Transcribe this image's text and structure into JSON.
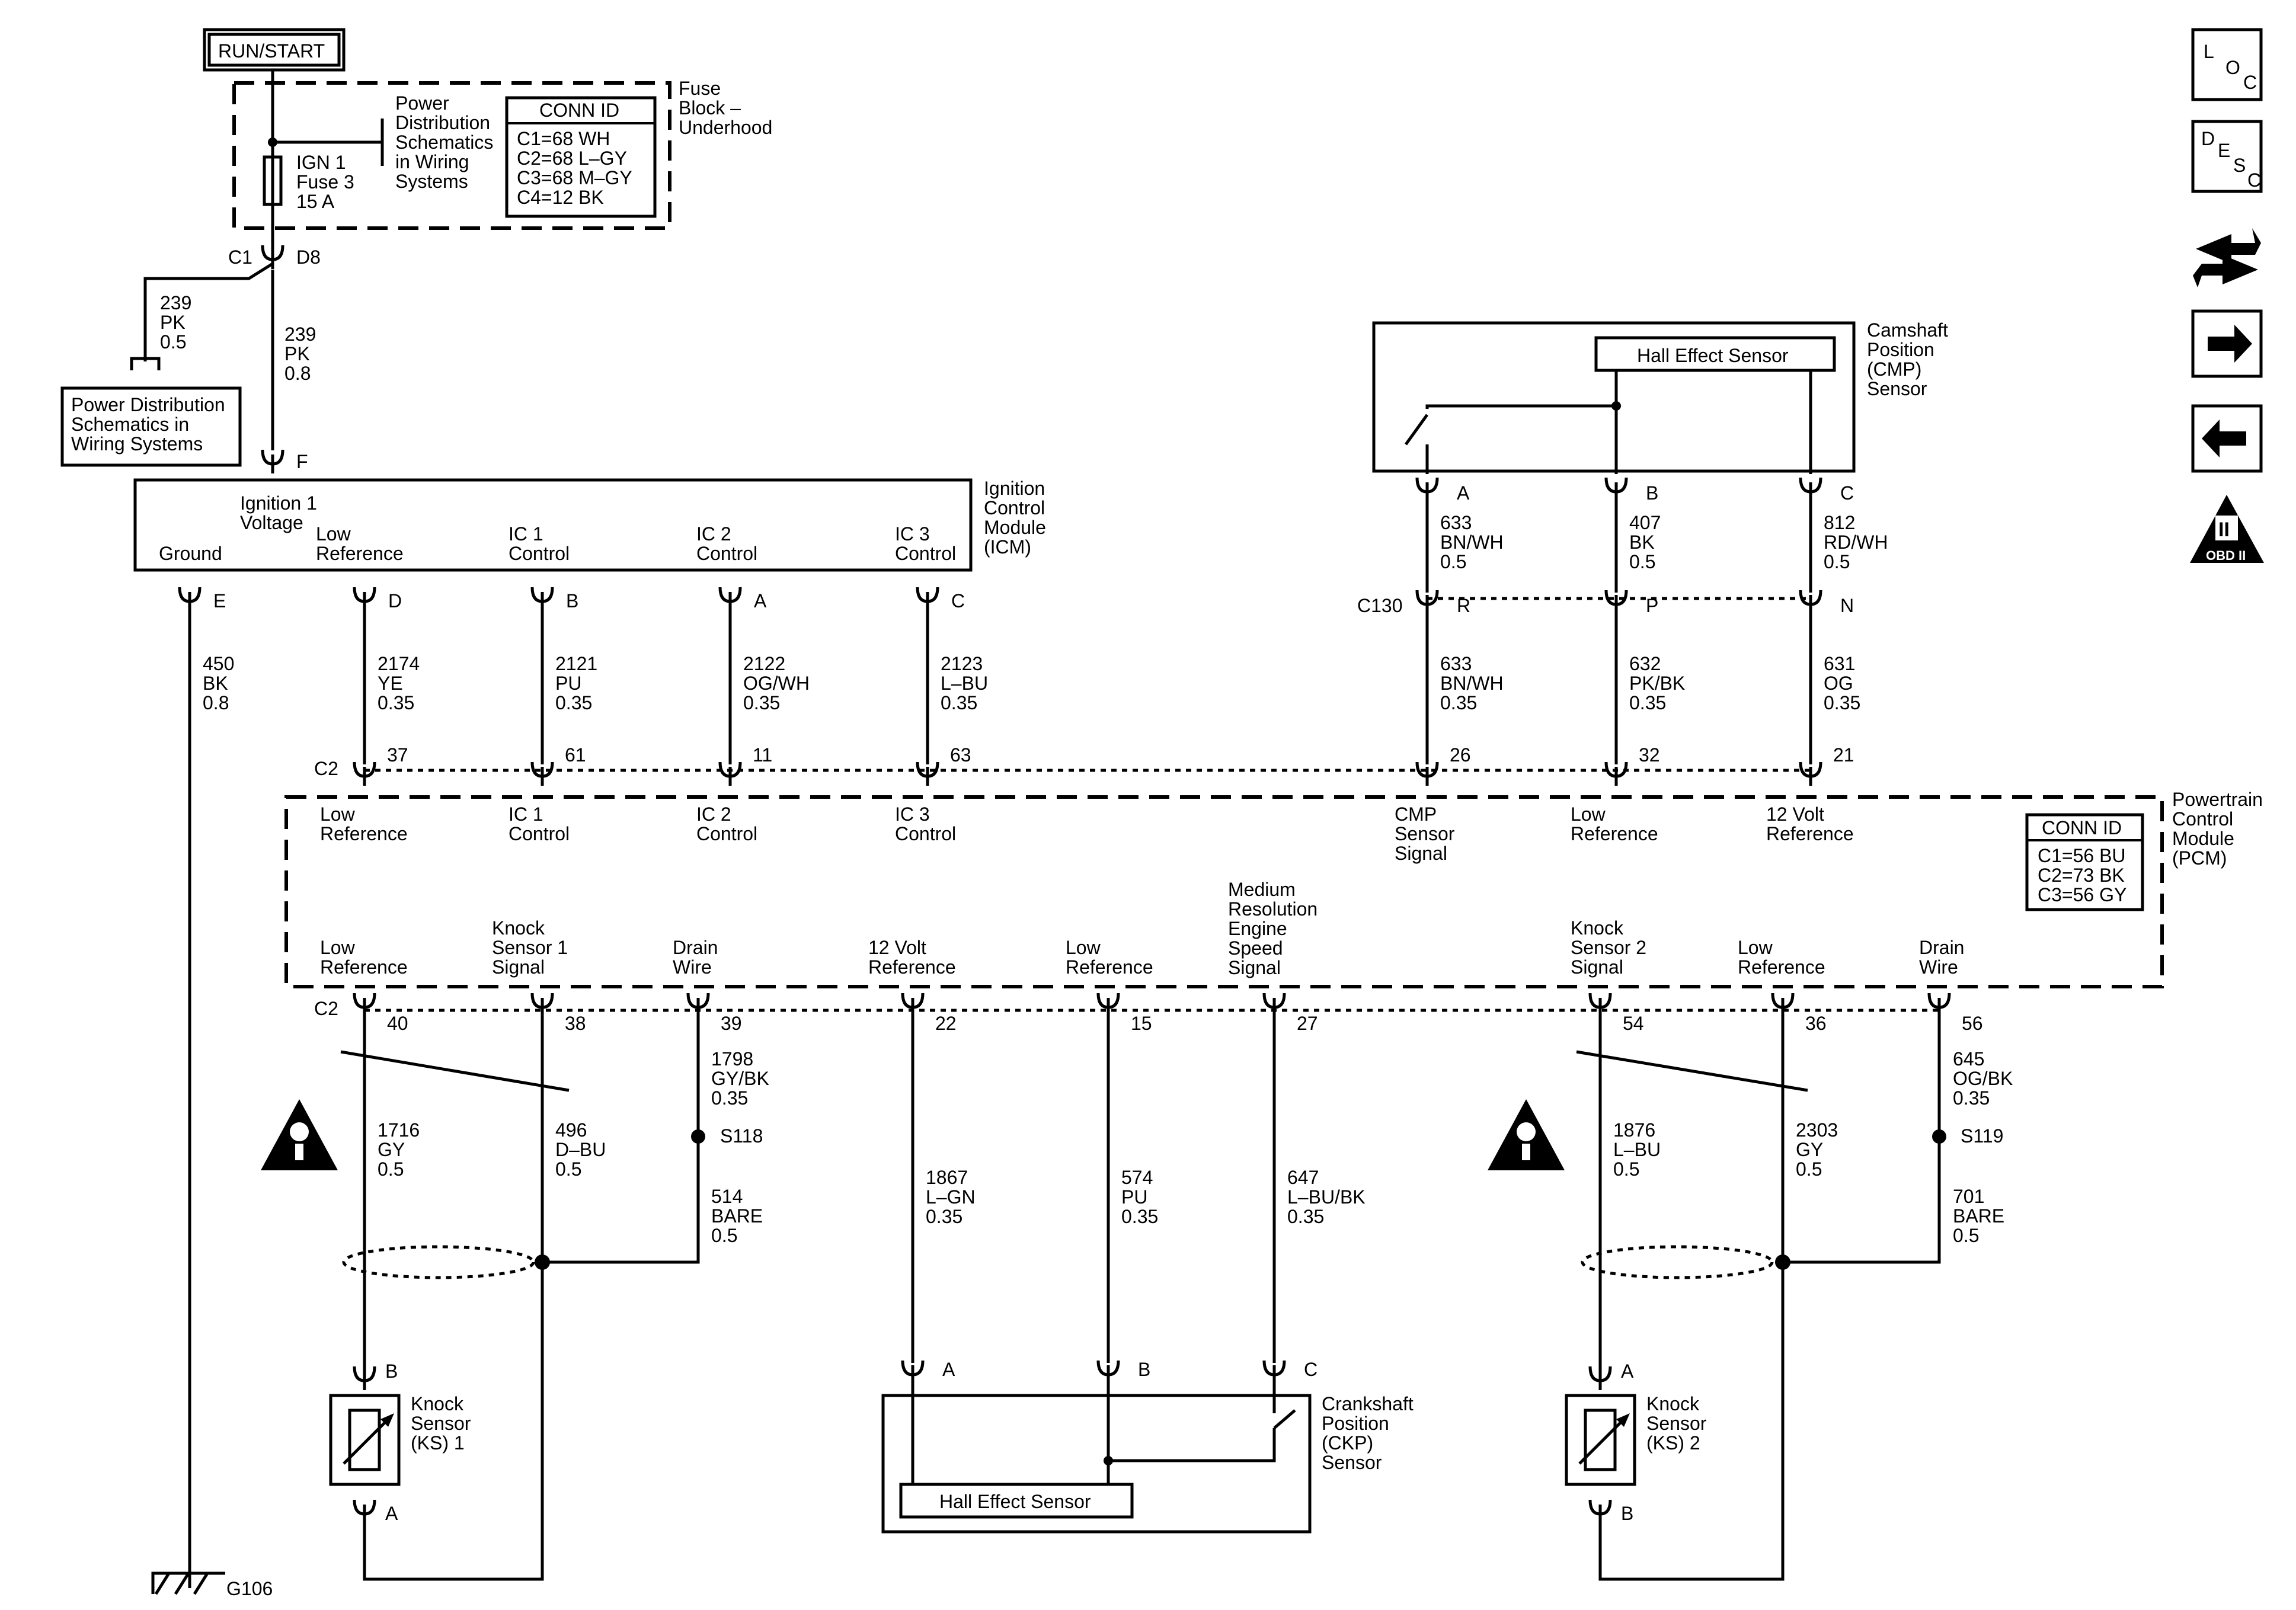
{
  "source": {
    "label": "RUN/START",
    "fuse": [
      "IGN 1",
      "Fuse 3",
      "15 A"
    ],
    "power_ref": [
      "Power",
      "Distribution",
      "Schematics",
      "in Wiring",
      "Systems"
    ],
    "fuse_block": [
      "Fuse",
      "Block –",
      "Underhood"
    ],
    "conn_title": "CONN ID",
    "conn_rows": [
      "C1=68 WH",
      "C2=68 L–GY",
      "C3=68 M–GY",
      "C4=12 BK"
    ]
  },
  "splice_branch": {
    "conn": "C1",
    "pin": "D8",
    "wire_left": [
      "239",
      "PK",
      "0.5"
    ],
    "wire_main": [
      "239",
      "PK",
      "0.8"
    ],
    "ref_box": [
      "Power Distribution",
      "Schematics in",
      "Wiring Systems"
    ]
  },
  "icm": {
    "title": [
      "Ignition",
      "Control",
      "Module",
      "(ICM)"
    ],
    "input_pin": "F",
    "labels": [
      [
        "Ground"
      ],
      [
        "Ignition 1",
        "Voltage"
      ],
      [
        "Low",
        "Reference"
      ],
      [
        "IC 1",
        "Control"
      ],
      [
        "IC 2",
        "Control"
      ],
      [
        "IC 3",
        "Control"
      ]
    ],
    "pins": [
      "E",
      "D",
      "B",
      "A",
      "C"
    ]
  },
  "icm_wires": [
    [
      "450",
      "BK",
      "0.8"
    ],
    [
      "2174",
      "YE",
      "0.35"
    ],
    [
      "2121",
      "PU",
      "0.35"
    ],
    [
      "2122",
      "OG/WH",
      "0.35"
    ],
    [
      "2123",
      "L–BU",
      "0.35"
    ]
  ],
  "cmp": {
    "title": [
      "Camshaft",
      "Position",
      "(CMP)",
      "Sensor"
    ],
    "hall": "Hall Effect Sensor",
    "pins": [
      "A",
      "B",
      "C"
    ],
    "wires_top": [
      [
        "633",
        "BN/WH",
        "0.5"
      ],
      [
        "407",
        "BK",
        "0.5"
      ],
      [
        "812",
        "RD/WH",
        "0.5"
      ]
    ],
    "inline_conn": "C130",
    "inline_pins": [
      "R",
      "P",
      "N"
    ],
    "wires_bottom": [
      [
        "633",
        "BN/WH",
        "0.35"
      ],
      [
        "632",
        "PK/BK",
        "0.35"
      ],
      [
        "631",
        "OG",
        "0.35"
      ]
    ]
  },
  "pcm": {
    "title": [
      "Powertrain",
      "Control",
      "Module",
      "(PCM)"
    ],
    "conn_title": "CONN ID",
    "conn_rows": [
      "C1=56 BU",
      "C2=73 BK",
      "C3=56 GY"
    ],
    "top_conn": "C2",
    "top_pins": [
      "37",
      "61",
      "11",
      "63",
      "26",
      "32",
      "21"
    ],
    "top_labels": [
      [
        "Low",
        "Reference"
      ],
      [
        "IC 1",
        "Control"
      ],
      [
        "IC 2",
        "Control"
      ],
      [
        "IC 3",
        "Control"
      ],
      [
        "CMP",
        "Sensor",
        "Signal"
      ],
      [
        "Low",
        "Reference"
      ],
      [
        "12 Volt",
        "Reference"
      ]
    ],
    "bottom_conn": "C2",
    "bottom_pins": [
      "40",
      "38",
      "39",
      "22",
      "15",
      "27",
      "54",
      "36",
      "56"
    ],
    "bottom_labels": [
      [
        "Low",
        "Reference"
      ],
      [
        "Knock",
        "Sensor 1",
        "Signal"
      ],
      [
        "Drain",
        "Wire"
      ],
      [
        "12 Volt",
        "Reference"
      ],
      [
        "Low",
        "Reference"
      ],
      [
        "Medium",
        "Resolution",
        "Engine",
        "Speed",
        "Signal"
      ],
      [
        "Knock",
        "Sensor 2",
        "Signal"
      ],
      [
        "Low",
        "Reference"
      ],
      [
        "Drain",
        "Wire"
      ]
    ]
  },
  "lower_wires": [
    [
      "1716",
      "GY",
      "0.5"
    ],
    [
      "496",
      "D–BU",
      "0.5"
    ],
    [
      "1798",
      "GY/BK",
      "0.35"
    ],
    [
      "514",
      "BARE",
      "0.5"
    ],
    [
      "1867",
      "L–GN",
      "0.35"
    ],
    [
      "574",
      "PU",
      "0.35"
    ],
    [
      "647",
      "L–BU/BK",
      "0.35"
    ],
    [
      "1876",
      "L–BU",
      "0.5"
    ],
    [
      "2303",
      "GY",
      "0.5"
    ],
    [
      "645",
      "OG/BK",
      "0.35"
    ],
    [
      "701",
      "BARE",
      "0.5"
    ]
  ],
  "splices": [
    "S118",
    "S119"
  ],
  "ks1": {
    "title": [
      "Knock",
      "Sensor",
      "(KS) 1"
    ],
    "pin_top": "B",
    "pin_bottom": "A"
  },
  "ks2": {
    "title": [
      "Knock",
      "Sensor",
      "(KS) 2"
    ],
    "pin_top": "A",
    "pin_bottom": "B"
  },
  "ckp": {
    "title": [
      "Crankshaft",
      "Position",
      "(CKP)",
      "Sensor"
    ],
    "hall": "Hall Effect Sensor",
    "pins": [
      "A",
      "B",
      "C"
    ]
  },
  "ground": "G106",
  "nav": {
    "loc": [
      "L",
      "O",
      "C"
    ],
    "desc": [
      "D",
      "E",
      "S",
      "C"
    ],
    "obd": "OBD II",
    "obd_mark": "II"
  }
}
